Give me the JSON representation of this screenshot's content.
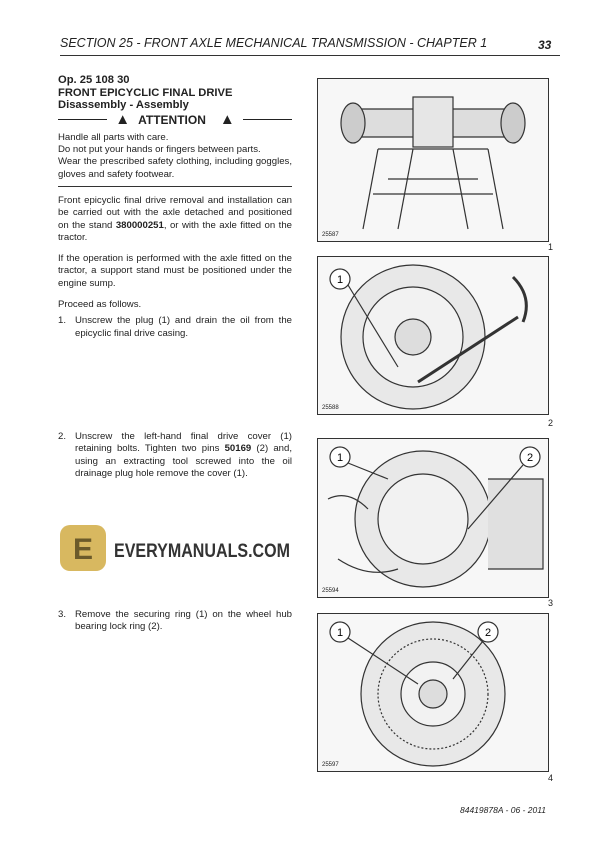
{
  "header": {
    "title": "SECTION 25 - FRONT AXLE MECHANICAL TRANSMISSION - CHAPTER 1",
    "page": "33"
  },
  "op": {
    "code": "Op. 25 108 30",
    "title": "FRONT EPICYCLIC FINAL DRIVE",
    "subtitle": "Disassembly - Assembly"
  },
  "attention": {
    "label": "ATTENTION",
    "lines": [
      "Handle all parts with care.",
      "Do not put your hands or fingers between parts.",
      "Wear the prescribed safety clothing, including goggles, gloves and safety footwear."
    ]
  },
  "intro": {
    "p1_before": "Front epicyclic final drive removal and installation can be carried out with the axle detached and positioned on the stand ",
    "p1_bold": "380000251",
    "p1_after": ", or with the axle fitted on the tractor.",
    "p2": "If the operation is performed with the axle fitted on the tractor, a support stand must be positioned under the engine sump.",
    "p3": "Proceed as follows."
  },
  "steps": [
    {
      "n": "1.",
      "text": "Unscrew the plug (1) and drain the oil from the epicyclic final drive casing."
    },
    {
      "n": "2.",
      "before": "Unscrew the left-hand final drive cover (1) retaining bolts. Tighten two pins ",
      "bold": "50169",
      "after": " (2) and, using an extracting tool screwed into the oil drainage plug hole remove the cover (1)."
    },
    {
      "n": "3.",
      "text": "Remove the securing ring (1) on the wheel hub bearing lock ring (2)."
    }
  ],
  "figures": [
    {
      "num": "1",
      "code": "25587",
      "callouts": []
    },
    {
      "num": "2",
      "code": "25588",
      "callouts": [
        "1"
      ]
    },
    {
      "num": "3",
      "code": "25594",
      "callouts": [
        "1",
        "2"
      ]
    },
    {
      "num": "4",
      "code": "25597",
      "callouts": [
        "1",
        "2"
      ]
    }
  ],
  "watermark": "EVERYMANUALS.COM",
  "footer": "84419878A - 06 - 2011"
}
